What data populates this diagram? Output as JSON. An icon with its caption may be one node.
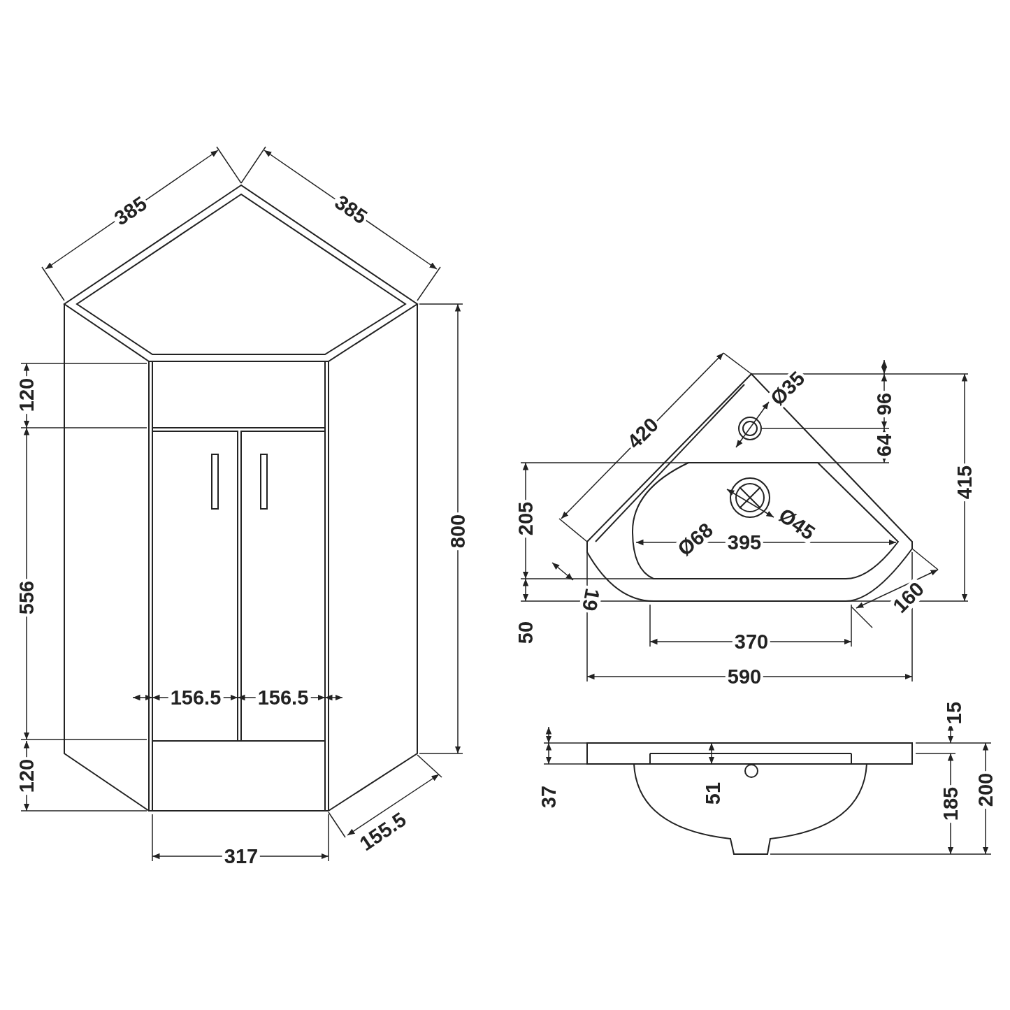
{
  "diagram": {
    "labels": [
      "385",
      "385",
      "Ø35",
      "96",
      "120",
      "420",
      "64",
      "415",
      "205",
      "Ø68",
      "Ø45",
      "395",
      "800",
      "556",
      "19",
      "160",
      "50",
      "370",
      "590",
      "156.5",
      "156.5",
      "15",
      "120",
      "37",
      "51",
      "185",
      "200",
      "155.5",
      "317"
    ]
  }
}
